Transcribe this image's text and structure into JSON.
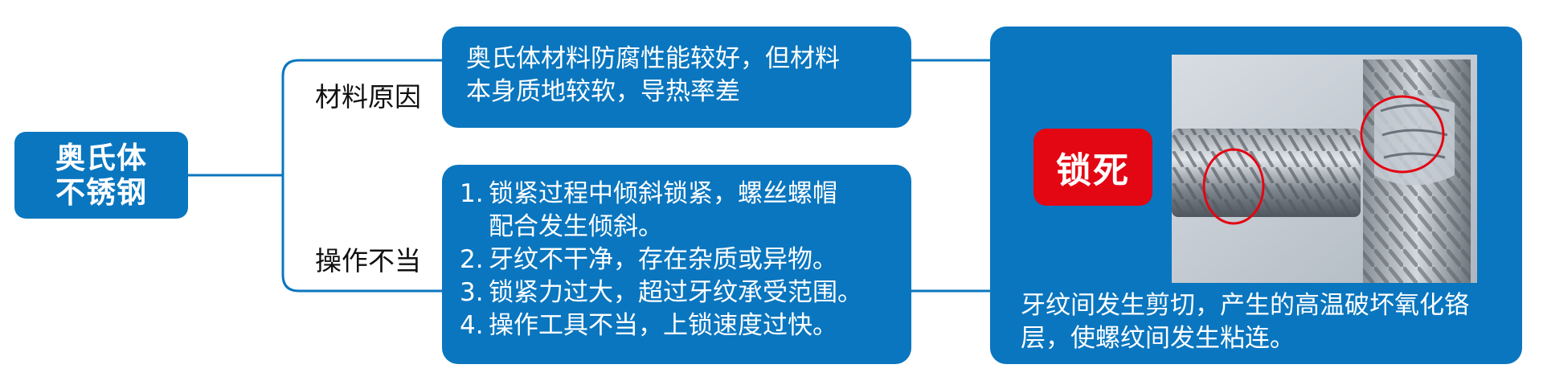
{
  "root": {
    "line1": "奥氏体",
    "line2": "不锈钢"
  },
  "branches": [
    {
      "label": "材料原因",
      "text_lines": [
        "奥氏体材料防腐性能较好，但材料",
        "本身质地较软，导热率差"
      ]
    },
    {
      "label": "操作不当",
      "items": [
        {
          "num": "1.",
          "lines": [
            "锁紧过程中倾斜锁紧，螺丝螺帽",
            "配合发生倾斜。"
          ]
        },
        {
          "num": "2.",
          "lines": [
            "牙纹不干净，存在杂质或异物。"
          ]
        },
        {
          "num": "3.",
          "lines": [
            "锁紧力过大，超过牙纹承受范围。"
          ]
        },
        {
          "num": "4.",
          "lines": [
            "操作工具不当，上锁速度过快。"
          ]
        }
      ]
    }
  ],
  "result": {
    "badge": "锁死",
    "caption_lines": [
      "牙纹间发生剪切，产生的高温破坏氧化铬",
      "层，使螺纹间发生粘连。"
    ],
    "photo_icon": "galled-bolt-thread-photo"
  },
  "colors": {
    "primary": "#0a76bf",
    "badge": "#e30613",
    "marker": "#e30613"
  }
}
